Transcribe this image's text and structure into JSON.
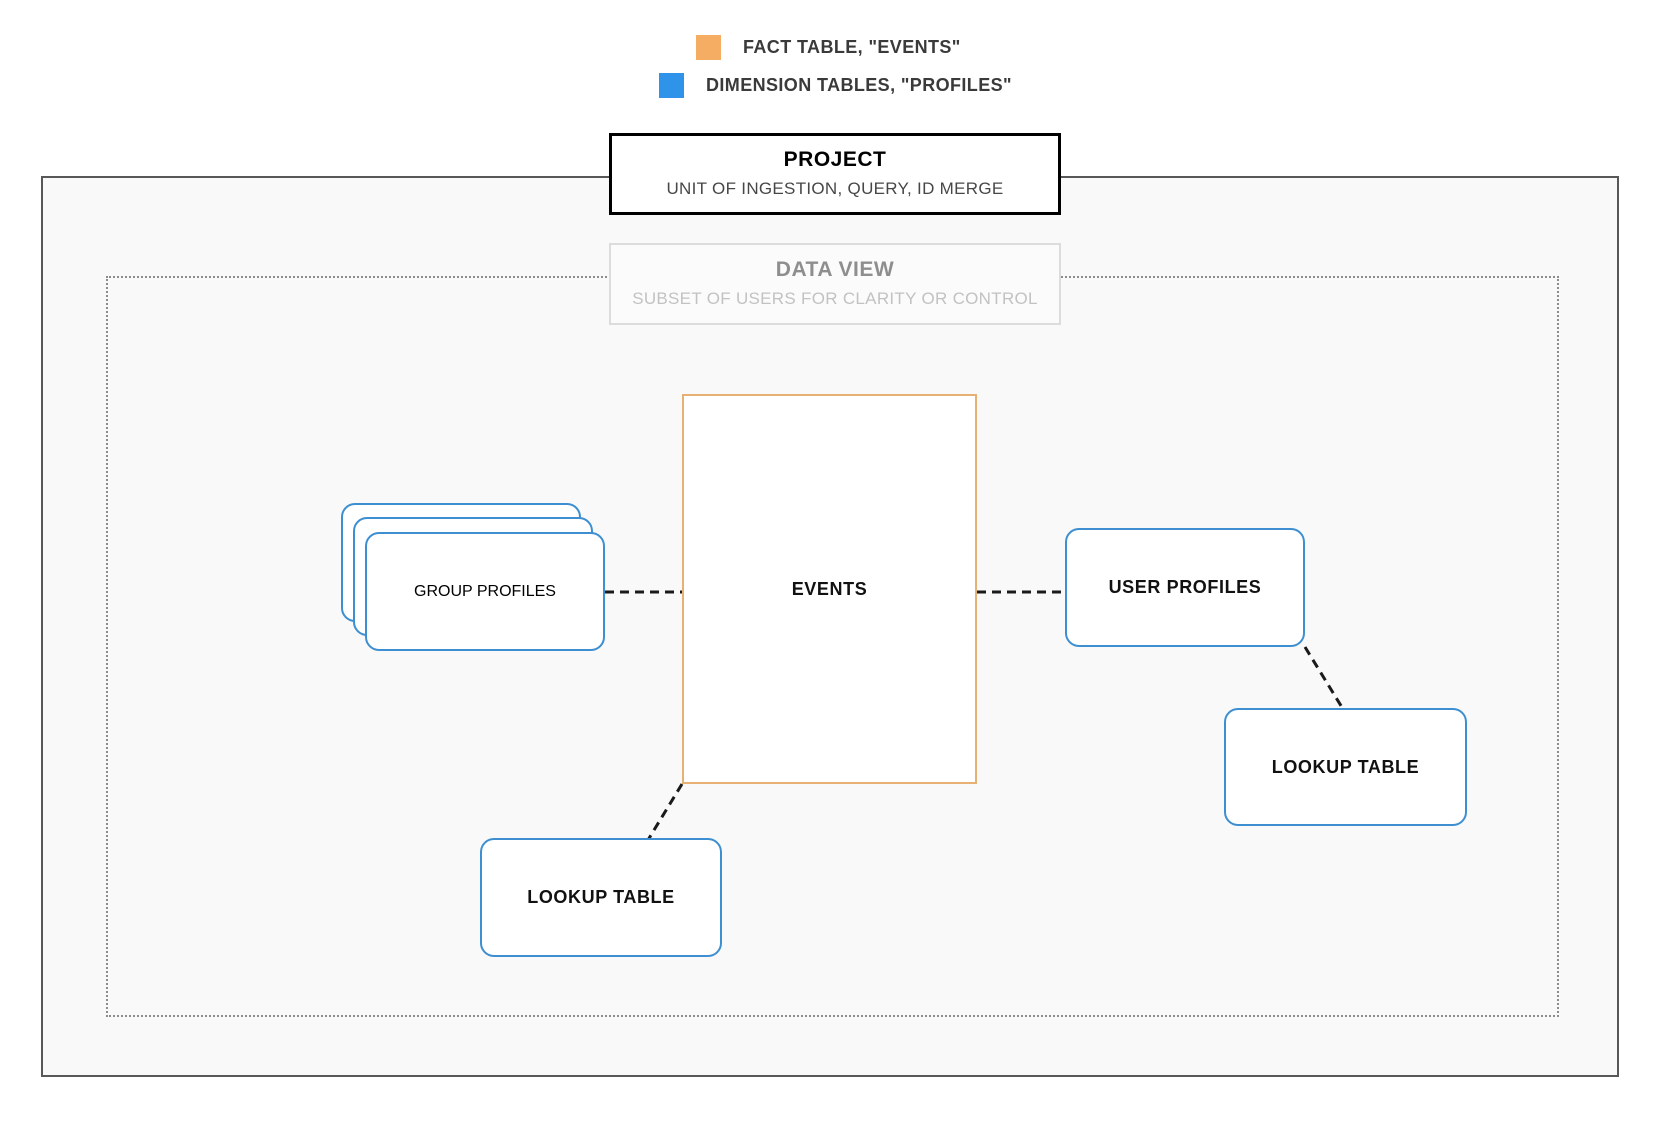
{
  "legend": {
    "items": [
      {
        "swatch_color": "#f4ad63",
        "label": "FACT TABLE, \"EVENTS\"",
        "icon": "square-swatch-icon"
      },
      {
        "swatch_color": "#2f93ea",
        "label": "DIMENSION TABLES, \"PROFILES\"",
        "icon": "square-swatch-icon"
      }
    ]
  },
  "project": {
    "title": "PROJECT",
    "subtitle": "UNIT OF INGESTION, QUERY, ID MERGE",
    "border_color": "#000000"
  },
  "data_view": {
    "title": "DATA VIEW",
    "subtitle": "SUBSET OF USERS FOR CLARITY OR CONTROL",
    "border_color": "#dcdcdc"
  },
  "nodes": {
    "events": {
      "label": "EVENTS",
      "kind": "fact",
      "border_color": "#e6b173"
    },
    "group_profiles": {
      "label": "GROUP PROFILES",
      "kind": "dimension",
      "border_color": "#3d8fd1",
      "stack_count": 3
    },
    "user_profiles": {
      "label": "USER PROFILES",
      "kind": "dimension",
      "border_color": "#3d8fd1"
    },
    "lookup_table_left": {
      "label": "LOOKUP TABLE",
      "kind": "dimension",
      "border_color": "#3d8fd1"
    },
    "lookup_table_right": {
      "label": "LOOKUP TABLE",
      "kind": "dimension",
      "border_color": "#3d8fd1"
    }
  },
  "connectors": [
    {
      "from": "group_profiles",
      "to": "events",
      "style": "dashed",
      "color": "#1a1a1a"
    },
    {
      "from": "events",
      "to": "user_profiles",
      "style": "dashed",
      "color": "#1a1a1a"
    },
    {
      "from": "events",
      "to": "lookup_table_left",
      "style": "dashed",
      "color": "#1a1a1a"
    },
    {
      "from": "user_profiles",
      "to": "lookup_table_right",
      "style": "dashed",
      "color": "#1a1a1a"
    }
  ],
  "panels": {
    "project_panel_fill": "#f9f9f9",
    "project_panel_border": "#585858",
    "data_view_region_border": "#8c8c8c"
  }
}
